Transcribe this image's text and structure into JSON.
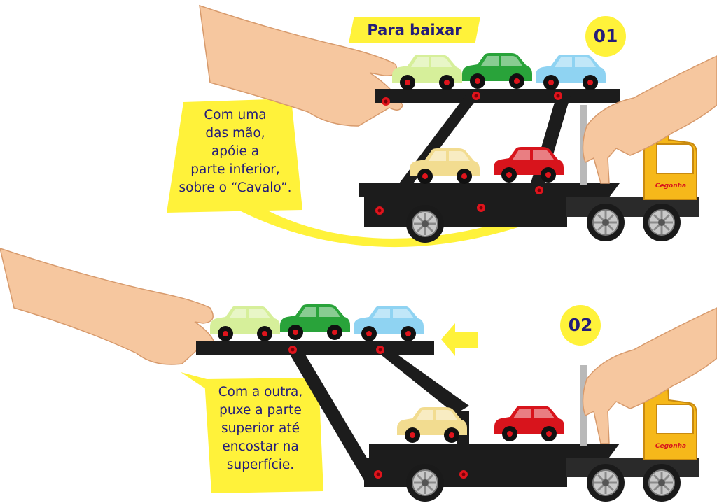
{
  "title": "Para baixar",
  "steps": [
    {
      "number": "01",
      "instruction_lines": [
        "Com uma",
        "das mão,",
        "apóie a",
        "parte inferior,",
        "sobre o “Cavalo”."
      ]
    },
    {
      "number": "02",
      "instruction_lines": [
        "Com a outra,",
        "puxe a parte",
        "superior até",
        "encostar na",
        "superfície."
      ]
    }
  ],
  "truck_logo": "Cegonha",
  "colors": {
    "highlight": "#fff23a",
    "text": "#241c7a",
    "frame": "#1c1c1c",
    "joint": "#e0141c",
    "truck": "#f6b81a",
    "car_light_green": "#d6ef9a",
    "car_green": "#29a33a",
    "car_blue": "#8fd3f2",
    "car_yellow": "#f2dc90",
    "car_red": "#d8141c"
  }
}
